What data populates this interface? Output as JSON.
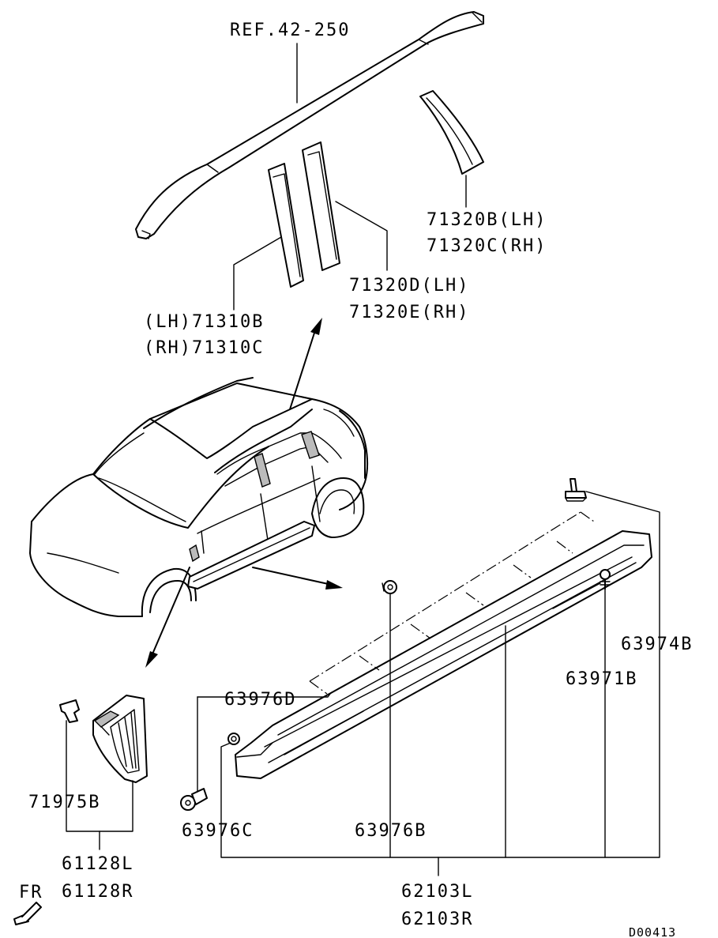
{
  "labels": {
    "ref": "REF.42-250",
    "p71320b": "71320B(LH)",
    "p71320c": "71320C(RH)",
    "p71320d": "71320D(LH)",
    "p71320e": "71320E(RH)",
    "p71310b": "(LH)71310B",
    "p71310c": "(RH)71310C",
    "p63974b": "63974B",
    "p63971b": "63971B",
    "p63976d": "63976D",
    "p63976c": "63976C",
    "p63976b": "63976B",
    "p71975b": "71975B",
    "p61128l": "61128L",
    "p61128r": "61128R",
    "p62103l": "62103L",
    "p62103r": "62103R",
    "fr": "FR",
    "code": "D00413"
  },
  "colors": {
    "line": "#000000",
    "background": "#ffffff"
  }
}
